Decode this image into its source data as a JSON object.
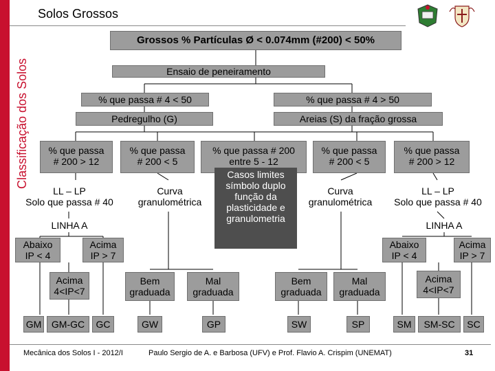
{
  "header": {
    "title": "Solos Grossos",
    "side_title": "Classificação dos Solos"
  },
  "diagram": {
    "root": "Grossos % Partículas Ø < 0.074mm (#200) < 50%",
    "sieve_test": "Ensaio de peneiramento",
    "left_branch": "% que passa # 4 < 50",
    "right_branch": "% que passa # 4 > 50",
    "gravel": "Pedregulho (G)",
    "sands": "Areias (S) da fração grossa",
    "g_gt12": [
      "% que passa",
      "# 200 > 12"
    ],
    "g_lt5": [
      "% que passa",
      "# 200 < 5"
    ],
    "mid_5_12": [
      "% que passa # 200",
      "entre 5 - 12"
    ],
    "s_lt5": [
      "% que passa",
      "# 200 < 5"
    ],
    "s_gt12": [
      "% que passa",
      "# 200 > 12"
    ],
    "ll_lp_left": [
      "LL – LP",
      "Solo que passa # 40"
    ],
    "curve_left": [
      "Curva",
      "granulométrica"
    ],
    "limit_cases": [
      "Casos limites",
      "símbolo duplo",
      "função da",
      "plasticidade e",
      "granulometria"
    ],
    "curve_right": [
      "Curva",
      "granulométrica"
    ],
    "ll_lp_right": [
      "LL – LP",
      "Solo que passa # 40"
    ],
    "line_a_left": "LINHA A",
    "line_a_right": "LINHA A",
    "below_left": [
      "Abaixo",
      "IP < 4"
    ],
    "above_left": [
      "Acima",
      "IP > 7"
    ],
    "mid_left": [
      "Acima",
      "4<IP<7"
    ],
    "well_left": [
      "Bem",
      "graduada"
    ],
    "poor_left": [
      "Mal",
      "graduada"
    ],
    "well_right": [
      "Bem",
      "graduada"
    ],
    "poor_right": [
      "Mal",
      "graduada"
    ],
    "below_right": [
      "Abaixo",
      "IP < 4"
    ],
    "above_right": [
      "Acima",
      "IP > 7"
    ],
    "mid_right": [
      "Acima",
      "4<IP<7"
    ],
    "symbols": {
      "gm": "GM",
      "gm_gc": "GM-GC",
      "gc": "GC",
      "gw": "GW",
      "gp": "GP",
      "sw": "SW",
      "sp": "SP",
      "sm": "SM",
      "sm_sc": "SM-SC",
      "sc": "SC"
    }
  },
  "footer": {
    "course": "Mecânica dos Solos I - 2012/I",
    "authors": "Paulo Sergio de A. e Barbosa (UFV) e Prof. Flavio  A. Crispim (UNEMAT)",
    "page": "31"
  },
  "colors": {
    "accent_red": "#c8102e",
    "box_gray": "#9c9c9c",
    "box_dark": "#4e4e4e"
  }
}
